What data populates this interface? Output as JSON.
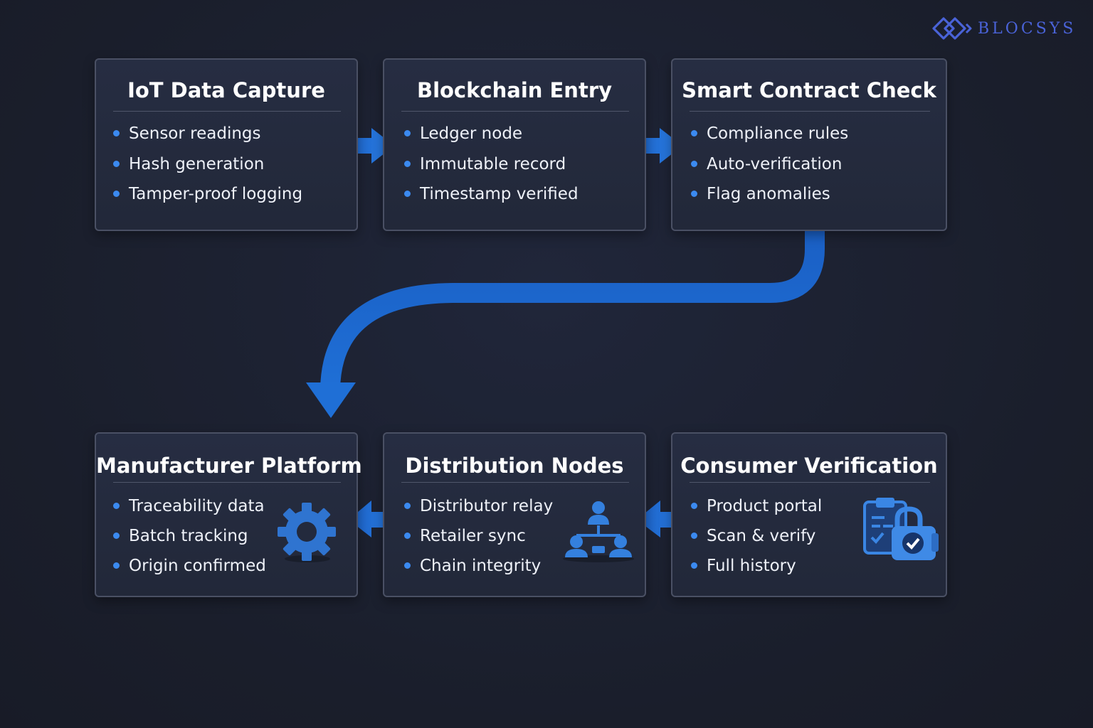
{
  "brand": {
    "logo_text": "BLOCSYS",
    "accent": "#4a63d8"
  },
  "colors": {
    "background": "#1b1f2c",
    "card": "#262d42",
    "card_border": "#4a5064",
    "arrow": "#1f6fd6",
    "bullet": "#3b8af0"
  },
  "steps_top": [
    {
      "title": "IoT Data Capture",
      "items": [
        "Sensor readings",
        "Hash generation",
        "Tamper-proof logging"
      ]
    },
    {
      "title": "Blockchain Entry",
      "items": [
        "Ledger node",
        "Immutable record",
        "Timestamp verified"
      ]
    },
    {
      "title": "Smart Contract Check",
      "items": [
        "Compliance rules",
        "Auto-verification",
        "Flag anomalies"
      ]
    }
  ],
  "steps_bottom": [
    {
      "title": "Manufacturer Platform",
      "items": [
        "Traceability data",
        "Batch tracking",
        "Origin confirmed"
      ],
      "icon": "gear-icon"
    },
    {
      "title": "Distribution Nodes",
      "items": [
        "Distributor relay",
        "Retailer sync",
        "Chain integrity"
      ],
      "icon": "network-people-icon"
    },
    {
      "title": "Consumer Verification",
      "items": [
        "Product portal",
        "Scan & verify",
        "Full history"
      ],
      "icon": "clipboard-lock-icon"
    }
  ]
}
